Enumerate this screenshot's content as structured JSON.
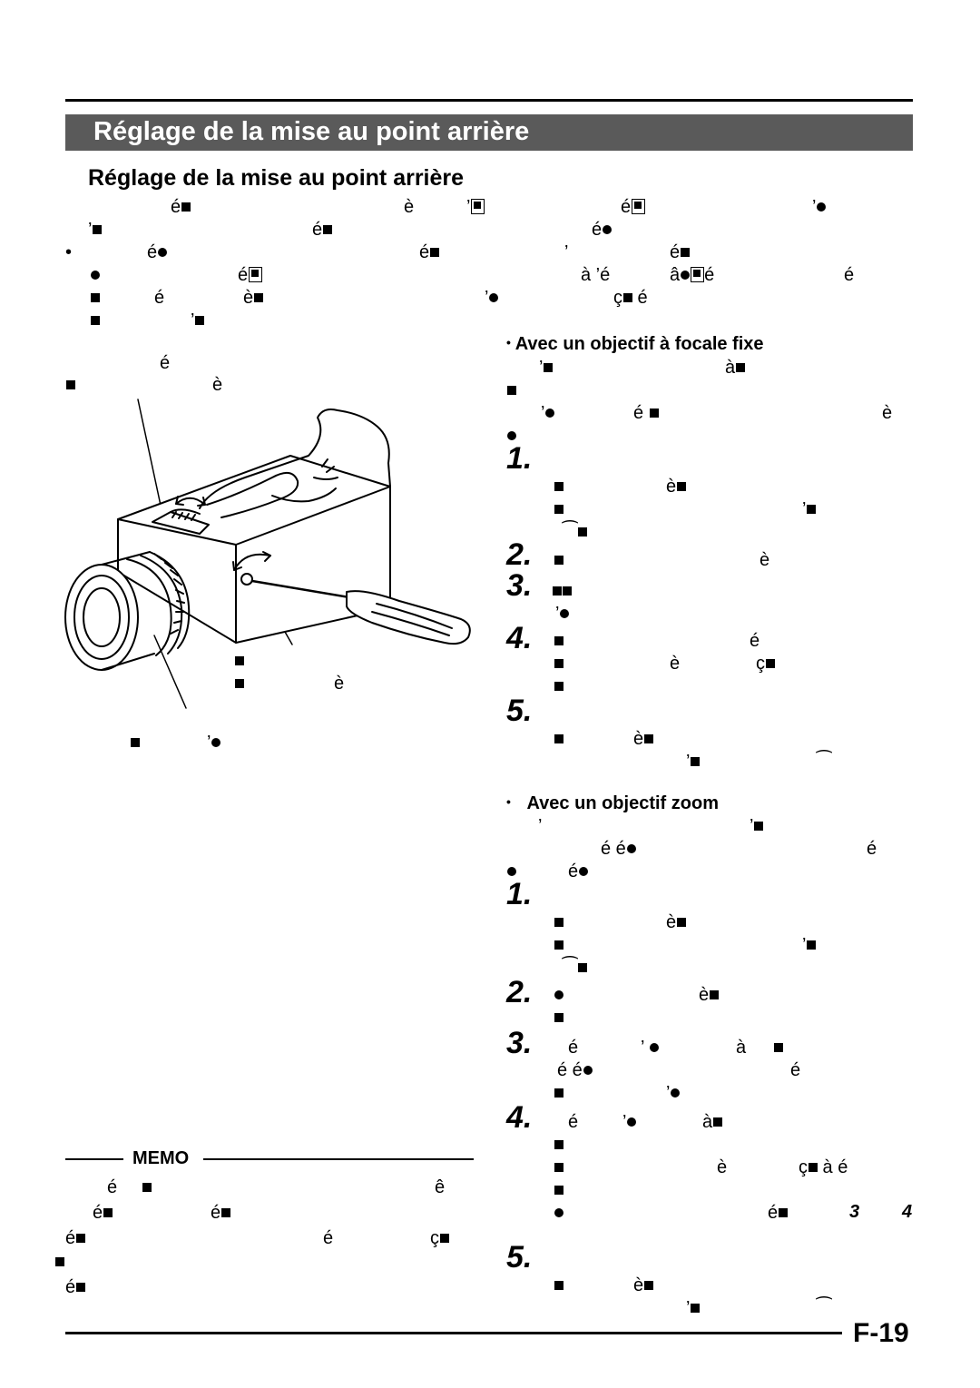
{
  "section_title": "Réglage de la mise au point arrière",
  "subsection_title": "Réglage de la mise au point arrière",
  "fixed_lens_heading": "Avec un objectif à focale fixe",
  "zoom_lens_heading": "Avec un objectif zoom",
  "fixed_steps": [
    "1.",
    "2.",
    "3.",
    "4.",
    "5."
  ],
  "zoom_steps": [
    "1.",
    "2.",
    "3.",
    "4.",
    "5."
  ],
  "memo_label": "MEMO",
  "step_refs": {
    "a": "3",
    "b": "4"
  },
  "page_number": "F-19"
}
